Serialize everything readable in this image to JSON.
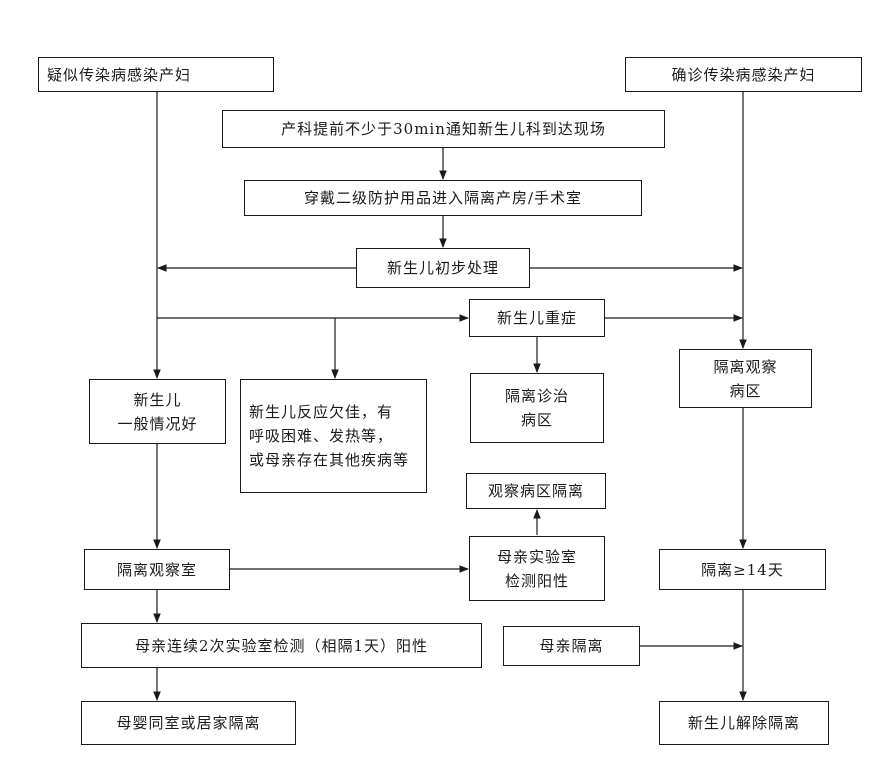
{
  "nodes": {
    "suspected": "疑似传染病感染产妇",
    "confirmed": "确诊传染病感染产妇",
    "notify": "产科提前不少于30min通知新生儿科到达现场",
    "protect": "穿戴二级防护用品进入隔离产房/手术室",
    "initial": "新生儿初步处理",
    "severe": "新生儿重症",
    "good": [
      "新生儿",
      "一般情况好"
    ],
    "poor": [
      "新生儿反应欠佳，有",
      "呼吸困难、发热等，",
      "或母亲存在其他疾病等"
    ],
    "diag_ward": [
      "隔离诊治",
      "病区"
    ],
    "obs_ward": [
      "隔离观察",
      "病区"
    ],
    "obs_ward_iso": "观察病区隔离",
    "mother_positive": [
      "母亲实验室",
      "检测阳性"
    ],
    "obs_room": "隔离观察室",
    "iso14": "隔离≥14天",
    "mother_twice": "母亲连续2次实验室检测（相隔1天）阳性",
    "mother_iso": "母亲隔离",
    "cohab": "母婴同室或居家隔离",
    "release": "新生儿解除隔离"
  }
}
